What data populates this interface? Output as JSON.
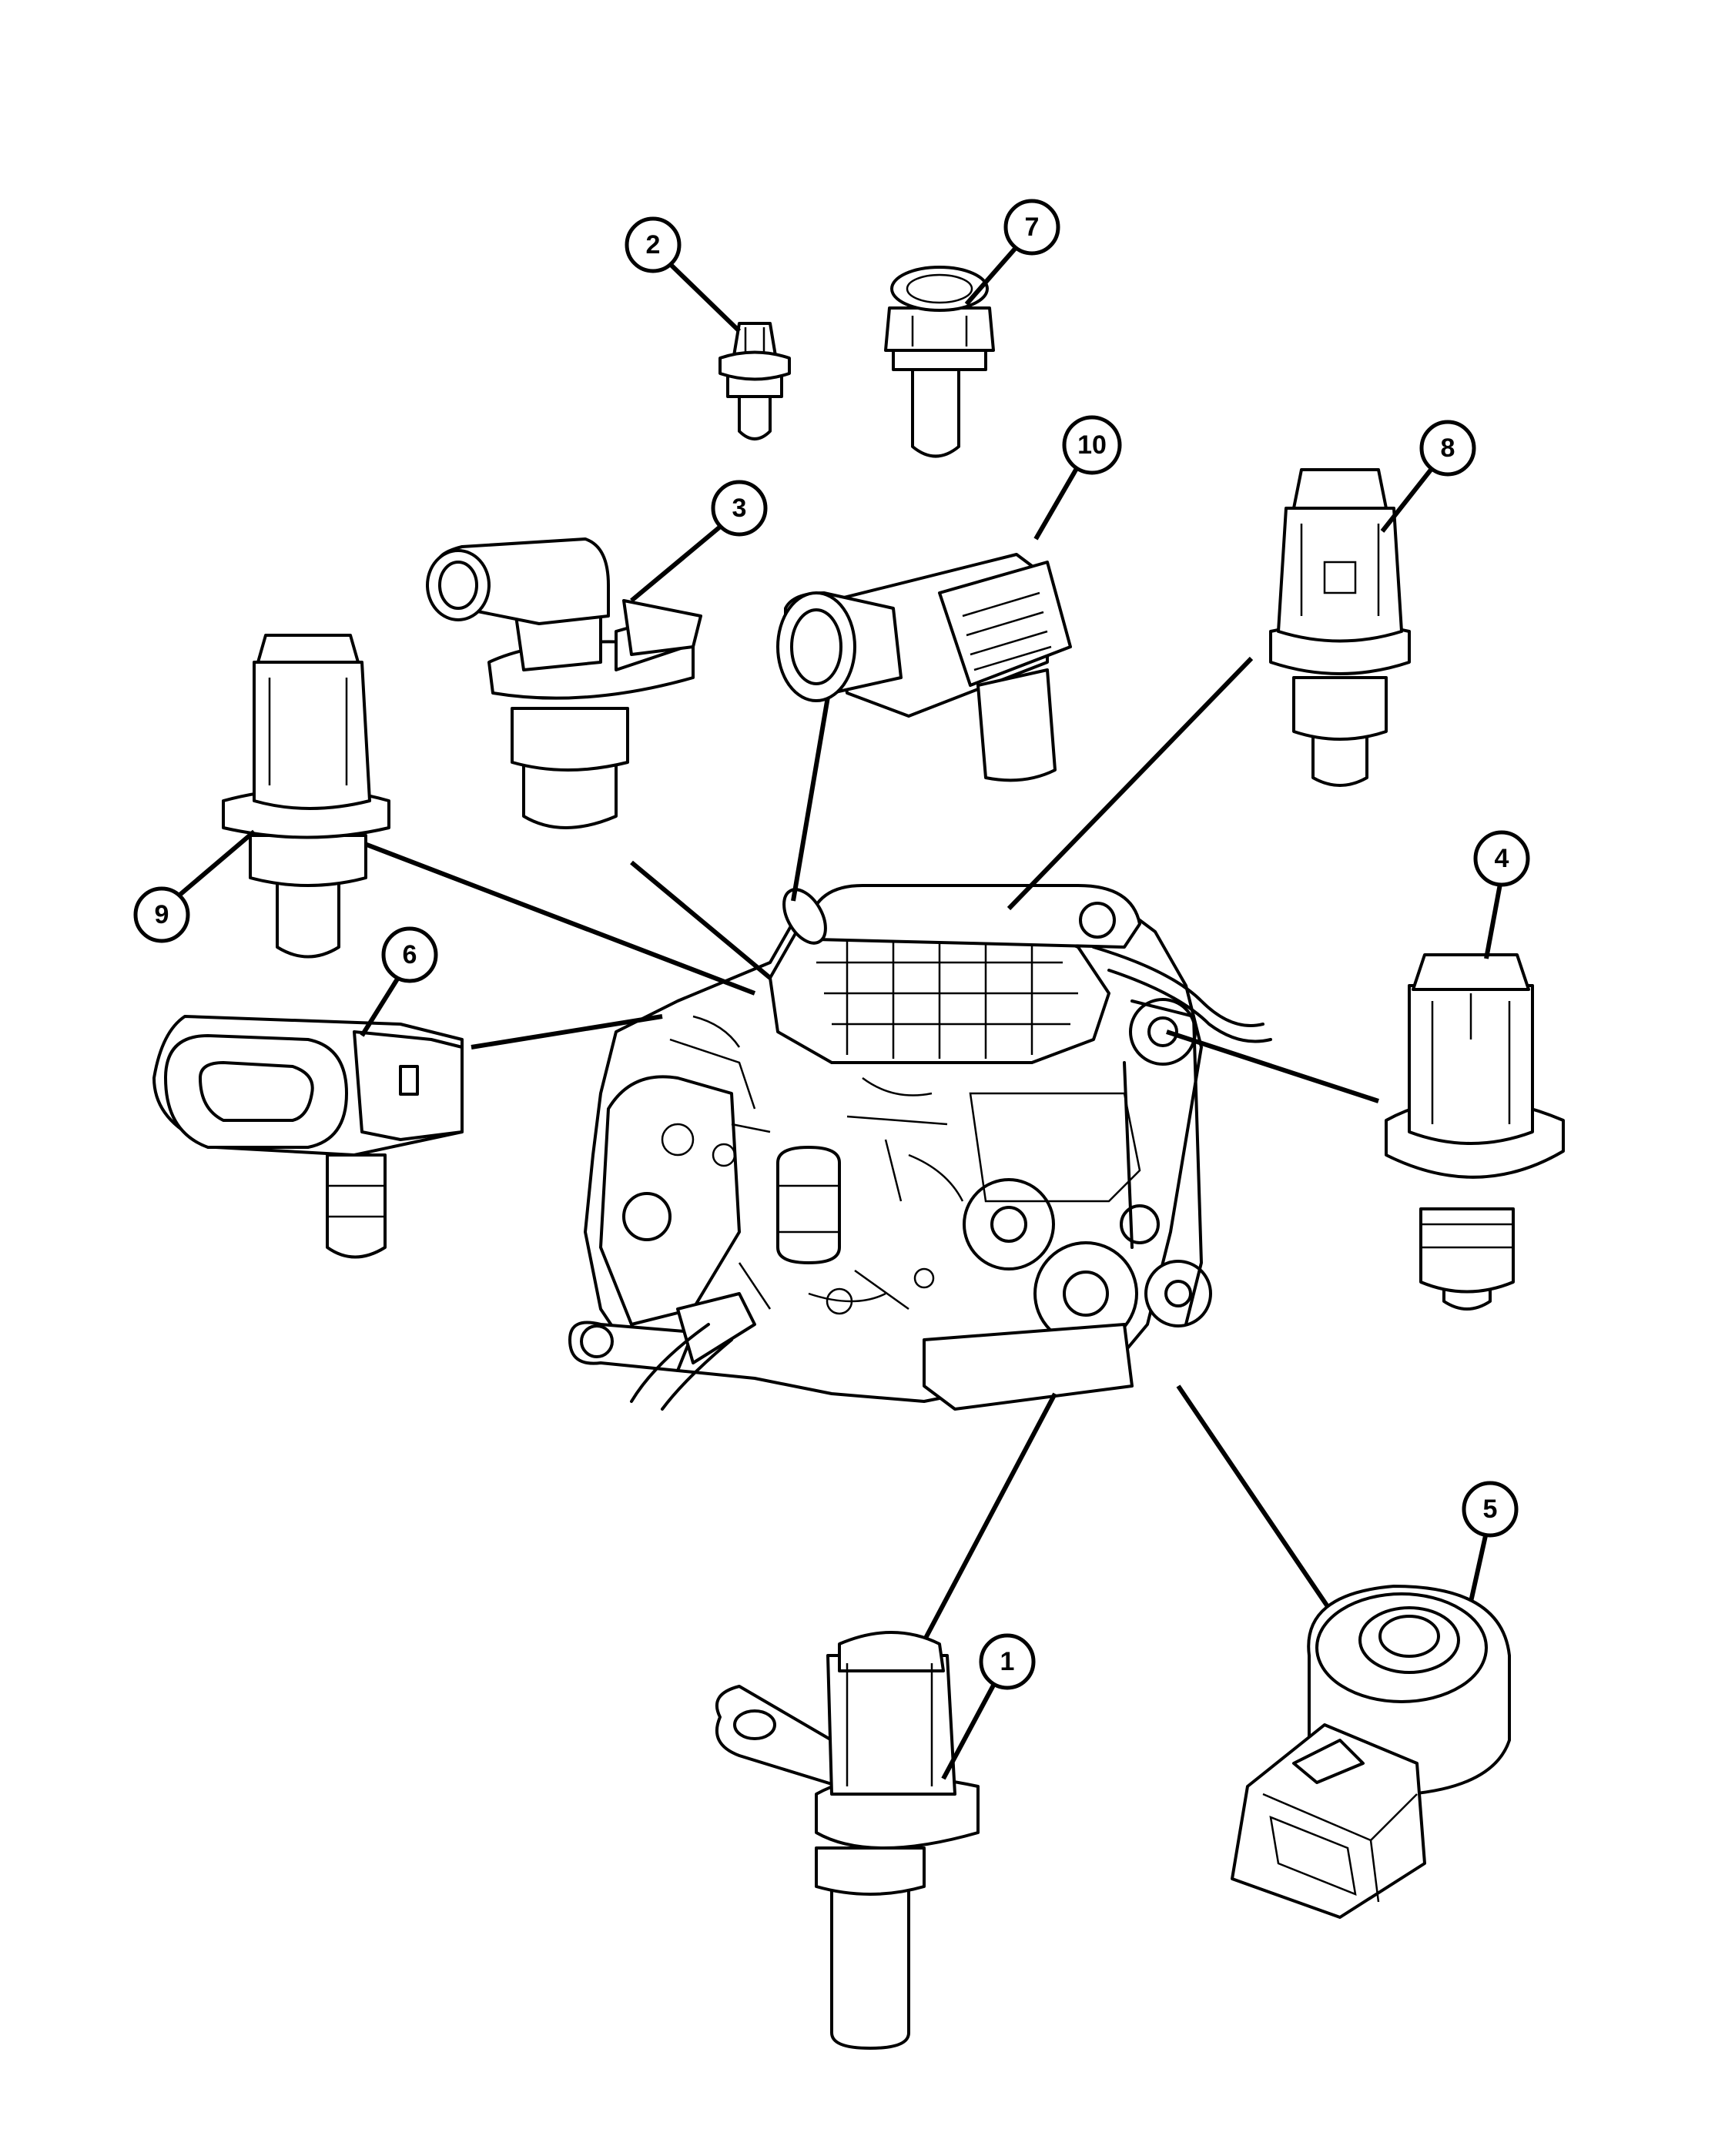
{
  "callouts": [
    {
      "id": "callout-1",
      "label": "1"
    },
    {
      "id": "callout-2",
      "label": "2"
    },
    {
      "id": "callout-3",
      "label": "3"
    },
    {
      "id": "callout-4",
      "label": "4"
    },
    {
      "id": "callout-5",
      "label": "5"
    },
    {
      "id": "callout-6",
      "label": "6"
    },
    {
      "id": "callout-7",
      "label": "7"
    },
    {
      "id": "callout-8",
      "label": "8"
    },
    {
      "id": "callout-9",
      "label": "9"
    },
    {
      "id": "callout-10",
      "label": "10"
    }
  ],
  "colors": {
    "ink": "#000000",
    "paper": "#ffffff"
  }
}
